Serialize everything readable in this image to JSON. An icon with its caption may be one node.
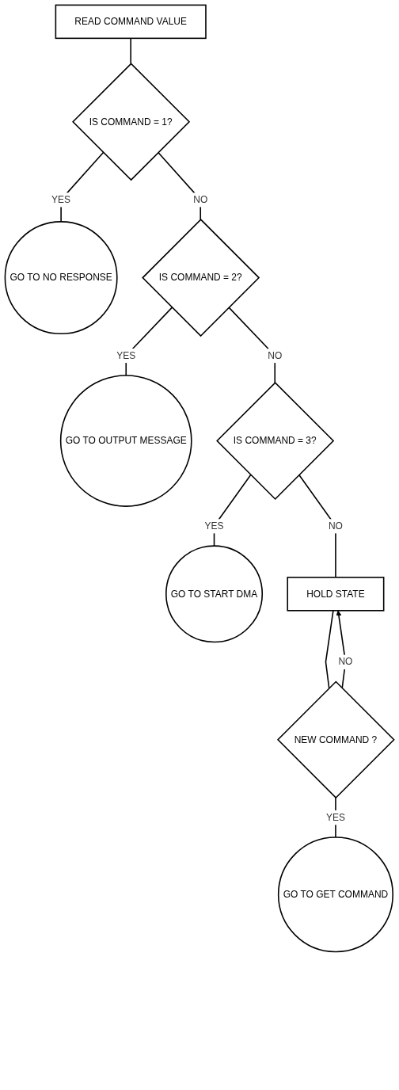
{
  "diagram": {
    "nodes": [
      {
        "text": [
          "READ COMMAND VALUE"
        ]
      },
      {
        "text": [
          "IS COMMAND = 1?"
        ]
      },
      {
        "text": [
          "GO TO NO RESPONSE"
        ]
      },
      {
        "text": [
          "IS COMMAND = 2?"
        ]
      },
      {
        "text": [
          "GO TO OUTPUT MESSAGE"
        ]
      },
      {
        "text": [
          "IS COMMAND = 3?"
        ]
      },
      {
        "text": [
          "GO TO START DMA"
        ]
      },
      {
        "text": [
          "HOLD STATE"
        ]
      },
      {
        "text": [
          "NEW COMMAND ?"
        ]
      },
      {
        "text": [
          "GO TO GET COMMAND"
        ]
      }
    ],
    "edges": [
      {
        "from": 0,
        "to": 1,
        "arrow": "none"
      },
      {
        "from": 1,
        "to": 2,
        "label": "YES",
        "arrow": "none"
      },
      {
        "from": 1,
        "to": 3,
        "label": "NO",
        "arrow": "none"
      },
      {
        "from": 3,
        "to": 4,
        "label": "YES",
        "arrow": "none"
      },
      {
        "from": 3,
        "to": 5,
        "label": "NO",
        "arrow": "none"
      },
      {
        "from": 5,
        "to": 6,
        "label": "YES",
        "arrow": "none"
      },
      {
        "from": 5,
        "to": 7,
        "label": "NO",
        "arrow": "none"
      },
      {
        "from": 7,
        "to": 8,
        "arrow": "none"
      },
      {
        "from": 8,
        "to": 9,
        "label": "YES",
        "arrow": "none"
      },
      {
        "from": 8,
        "to": 7,
        "label": "NO",
        "arrow": "to"
      }
    ]
  }
}
